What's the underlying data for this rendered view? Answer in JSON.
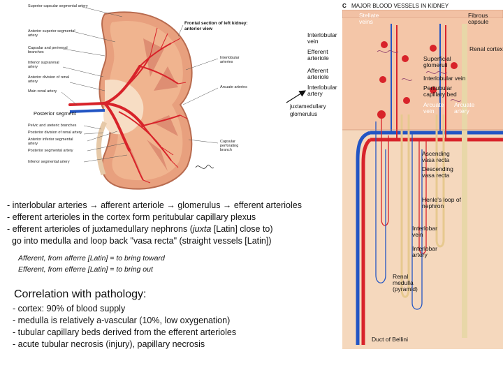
{
  "left_figure": {
    "labels": [
      "Superior capsular segmental artery",
      "Anterior superior segmental artery",
      "Capsular and perivenal branches",
      "Inferior suprarenal artery",
      "Anterior division of renal artery",
      "Main renal artery",
      "Posterior segment",
      "Pelvic and ureteric branches",
      "Posterior division of renal artery",
      "Anterior inferior segmental artery",
      "Posterior segmental artery",
      "Inferior segmental artery"
    ],
    "title_line1": "Frontal section of left kidney:",
    "title_line2": "anterior view",
    "right_labels": [
      "Interlobular arteries",
      "Arcuate arteries",
      "Capsular perforating branch"
    ]
  },
  "annotation": {
    "line1": "juxtamedullary",
    "line2": "glomerulus"
  },
  "right_figure": {
    "header_letter": "C",
    "header_title": "MAJOR BLOOD VESSELS IN KIDNEY",
    "left_labels": [
      "Interlobular vein",
      "Efferent arteriole",
      "Afferent arteriole",
      "Interlobular artery"
    ],
    "labels": {
      "stellate": "Stellate veins",
      "fibrous": "Fibrous capsule",
      "renal_cortex": "Renal cortex",
      "superficial": "Superficial glomeruli",
      "interlobular_vein": "Interlobular vein",
      "peritubular": "Peritubular capillary bed",
      "arcuate_vein": "Arcuate vein",
      "arcuate_artery": "Arcuate artery",
      "ascending": "Ascending vasa recta",
      "descending": "Descending vasa recta",
      "henle": "Henle's loop of nephron",
      "interbar_vein": "Interlobar vein",
      "interbar_artery": "Interlobar artery",
      "medulla": "Renal medulla (pyramid)",
      "duct": "Duct of Bellini"
    }
  },
  "body_lines": [
    "- interlobular arteries → afferent arteriole → glomerulus → efferent arterioles",
    "- efferent arterioles in the cortex form peritubular capillary plexus",
    "- efferent arterioles of juxtamedullary nephrons (",
    "  go into medulla and loop back \"vasa recta\" (straight vessels [Latin])"
  ],
  "body_line3_italic": "juxta",
  "body_line3_rest": " [Latin] close to)",
  "etymology": [
    "Afferent, from afferre [Latin] = to bring toward",
    "Efferent, from efferre [Latin] = to bring out"
  ],
  "correlation": {
    "title": "Correlation with pathology:",
    "items": [
      "- cortex: 90% of blood supply",
      "- medulla is relatively a-vascular (10%, low oxygenation)",
      "- tubular capillary beds derived from the efferent arterioles",
      "- acute tubular necrosis (injury), papillary necrosis"
    ]
  },
  "colors": {
    "artery": "#d8232a",
    "vein": "#2255c4",
    "kidney_cortex": "#e89a7a",
    "medulla": "#f4d2b0",
    "right_bg": "#f6cfb6"
  }
}
